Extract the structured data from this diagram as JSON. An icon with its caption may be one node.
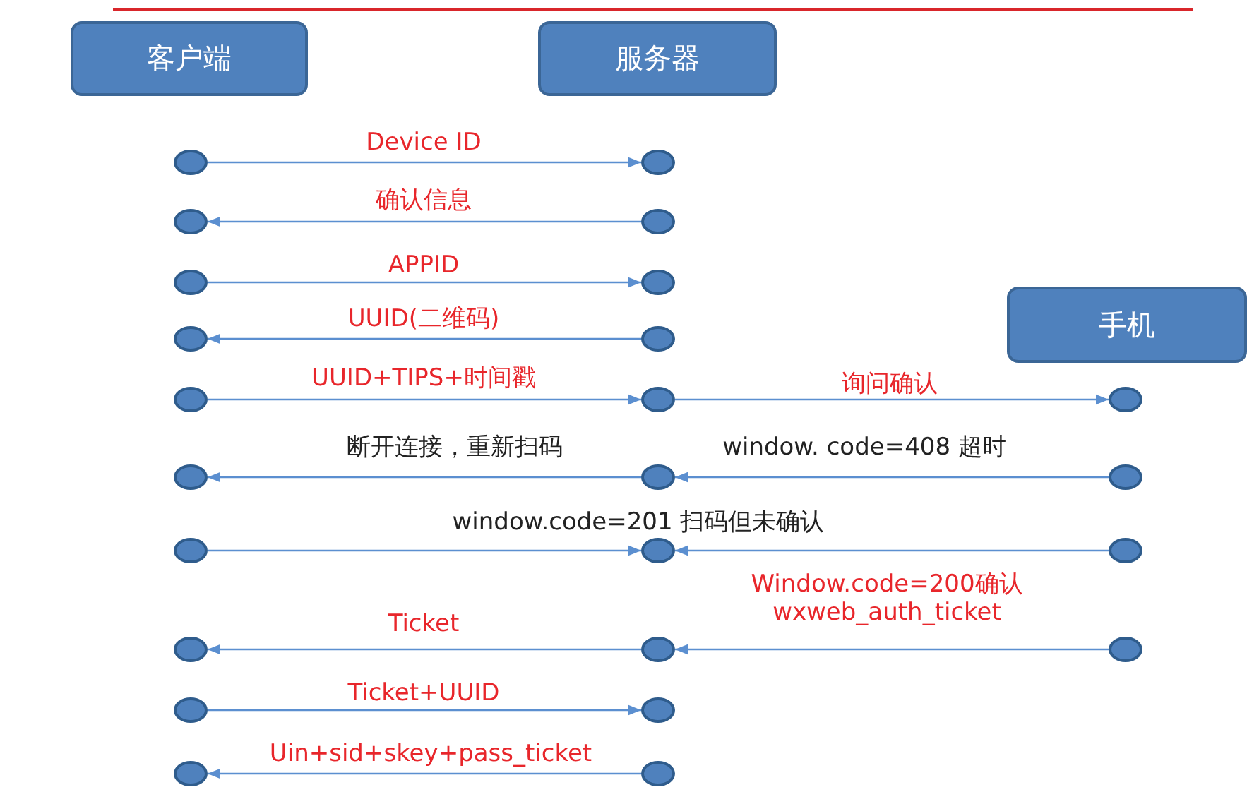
{
  "diagram": {
    "nodes": [
      {
        "text": [
          "客户端"
        ]
      },
      {
        "text": [
          "服务器"
        ]
      },
      {
        "text": [
          "手机"
        ]
      },
      {
        "text": [],
        "shape": "circle"
      },
      {
        "text": [],
        "shape": "circle"
      },
      {
        "text": [],
        "shape": "circle"
      },
      {
        "text": [],
        "shape": "circle"
      },
      {
        "text": [],
        "shape": "circle"
      },
      {
        "text": [],
        "shape": "circle"
      },
      {
        "text": [],
        "shape": "circle"
      },
      {
        "text": [],
        "shape": "circle"
      },
      {
        "text": [],
        "shape": "circle"
      },
      {
        "text": [],
        "shape": "circle"
      },
      {
        "text": [],
        "shape": "circle"
      },
      {
        "text": [],
        "shape": "circle"
      },
      {
        "text": [],
        "shape": "circle"
      },
      {
        "text": [],
        "shape": "circle"
      },
      {
        "text": [],
        "shape": "circle"
      },
      {
        "text": [],
        "shape": "circle"
      },
      {
        "text": [],
        "shape": "circle"
      },
      {
        "text": [],
        "shape": "circle"
      },
      {
        "text": [],
        "shape": "circle"
      },
      {
        "text": [],
        "shape": "circle"
      },
      {
        "text": [],
        "shape": "circle"
      },
      {
        "text": [],
        "shape": "circle"
      },
      {
        "text": [],
        "shape": "circle"
      },
      {
        "text": [],
        "shape": "circle"
      }
    ],
    "edges": [
      {
        "from": 3,
        "to": 4,
        "arrow": "to",
        "label": "Device ID"
      },
      {
        "from": 6,
        "to": 5,
        "arrow": "to",
        "label": "确认信息"
      },
      {
        "from": 7,
        "to": 8,
        "arrow": "to",
        "label": "APPID"
      },
      {
        "from": 10,
        "to": 9,
        "arrow": "to",
        "label": "UUID(二维码)"
      },
      {
        "from": 11,
        "to": 12,
        "arrow": "to",
        "label": "UUID+TIPS+时间戳"
      },
      {
        "from": 12,
        "to": 13,
        "arrow": "to",
        "label": "询问确认"
      },
      {
        "from": 15,
        "to": 14,
        "arrow": "to",
        "label": "断开连接，重新扫码"
      },
      {
        "from": 16,
        "to": 15,
        "arrow": "to",
        "label": "window. code=408 超时"
      },
      {
        "from": 17,
        "to": 18,
        "arrow": "to"
      },
      {
        "from": 19,
        "to": 18,
        "arrow": "to"
      },
      {
        "from": 22,
        "to": 21,
        "arrow": "to",
        "label": "Window.code=200确认 wxweb_auth_ticket"
      },
      {
        "from": 21,
        "to": 20,
        "arrow": "to",
        "label": "Ticket"
      },
      {
        "from": 23,
        "to": 24,
        "arrow": "to",
        "label": "Ticket+UUID"
      },
      {
        "from": 26,
        "to": 25,
        "arrow": "to",
        "label": "Uin+sid+skey+pass_ticket"
      }
    ],
    "labels": [
      "window.code=201 扫码但未确认"
    ]
  }
}
